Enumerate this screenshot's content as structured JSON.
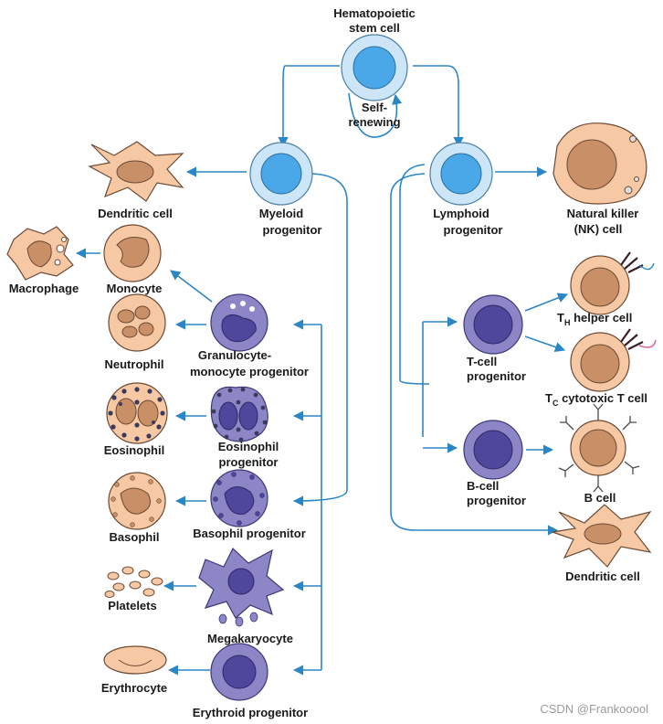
{
  "stem": {
    "line1": "Hematopoietic",
    "line2": "stem cell",
    "self1": "Self-",
    "self2": "renewing"
  },
  "myeloid": {
    "line1": "Myeloid",
    "line2": "progenitor"
  },
  "lymphoid": {
    "line1": "Lymphoid",
    "line2": "progenitor"
  },
  "left_cells": {
    "dendritic": "Dendritic cell",
    "macrophage": "Macrophage",
    "monocyte": "Monocyte",
    "neutrophil": "Neutrophil",
    "eosinophil": "Eosinophil",
    "basophil": "Basophil",
    "platelets": "Platelets",
    "erythrocyte": "Erythrocyte"
  },
  "left_progenitors": {
    "gm1": "Granulocyte-",
    "gm2": "monocyte progenitor",
    "eo1": "Eosinophil",
    "eo2": "progenitor",
    "baso": "Basophil progenitor",
    "mega": "Megakaryocyte",
    "ery": "Erythroid progenitor"
  },
  "right_cells": {
    "nk1": "Natural killer",
    "nk2": "(NK) cell",
    "th_T": "T",
    "th_sub": "H",
    "th_rest": " helper cell",
    "tc_T": "T",
    "tc_sub": "C",
    "tc_rest": " cytotoxic T cell",
    "tcell1": "T-cell",
    "tcell2": "progenitor",
    "bcell1": "B-cell",
    "bcell2": "progenitor",
    "b": "B cell",
    "dendritic": "Dendritic cell"
  },
  "watermark": "CSDN @Frankooool",
  "colors": {
    "arrow": "#2b86c5",
    "stem_fill": "#4aa8e8",
    "stem_ring": "#cde6f7",
    "mature_fill": "#f6c9a4",
    "mature_nucleus": "#c98f66",
    "progenitor_fill": "#8c86c6",
    "progenitor_nucleus": "#4e479c",
    "granule_dark": "#3a3a5c"
  }
}
